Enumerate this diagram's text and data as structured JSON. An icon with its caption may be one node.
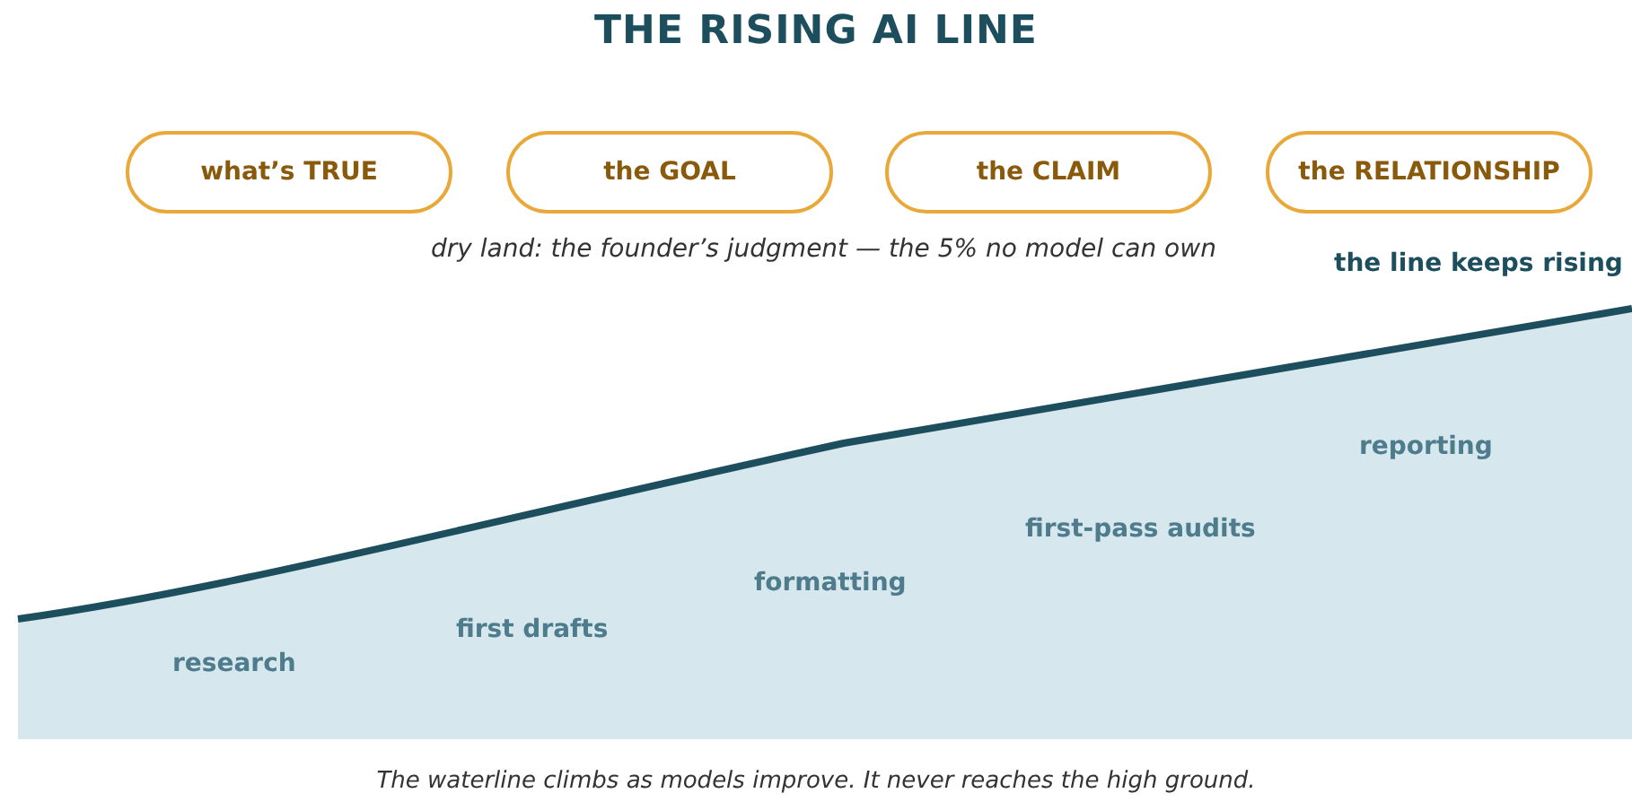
{
  "diagram": {
    "title": "THE RISING AI LINE",
    "nodes": [
      {
        "text": [
          "what’s TRUE"
        ]
      },
      {
        "text": [
          "the GOAL"
        ]
      },
      {
        "text": [
          "the CLAIM"
        ]
      },
      {
        "text": [
          "the RELATIONSHIP"
        ]
      }
    ],
    "labels": [
      "dry land: the founder’s judgment — the 5% no model can own",
      "the line keeps rising",
      "reporting",
      "first-pass audits",
      "formatting",
      "first drafts",
      "research"
    ],
    "caption": "The waterline climbs as models improve. It never reaches the high ground."
  }
}
